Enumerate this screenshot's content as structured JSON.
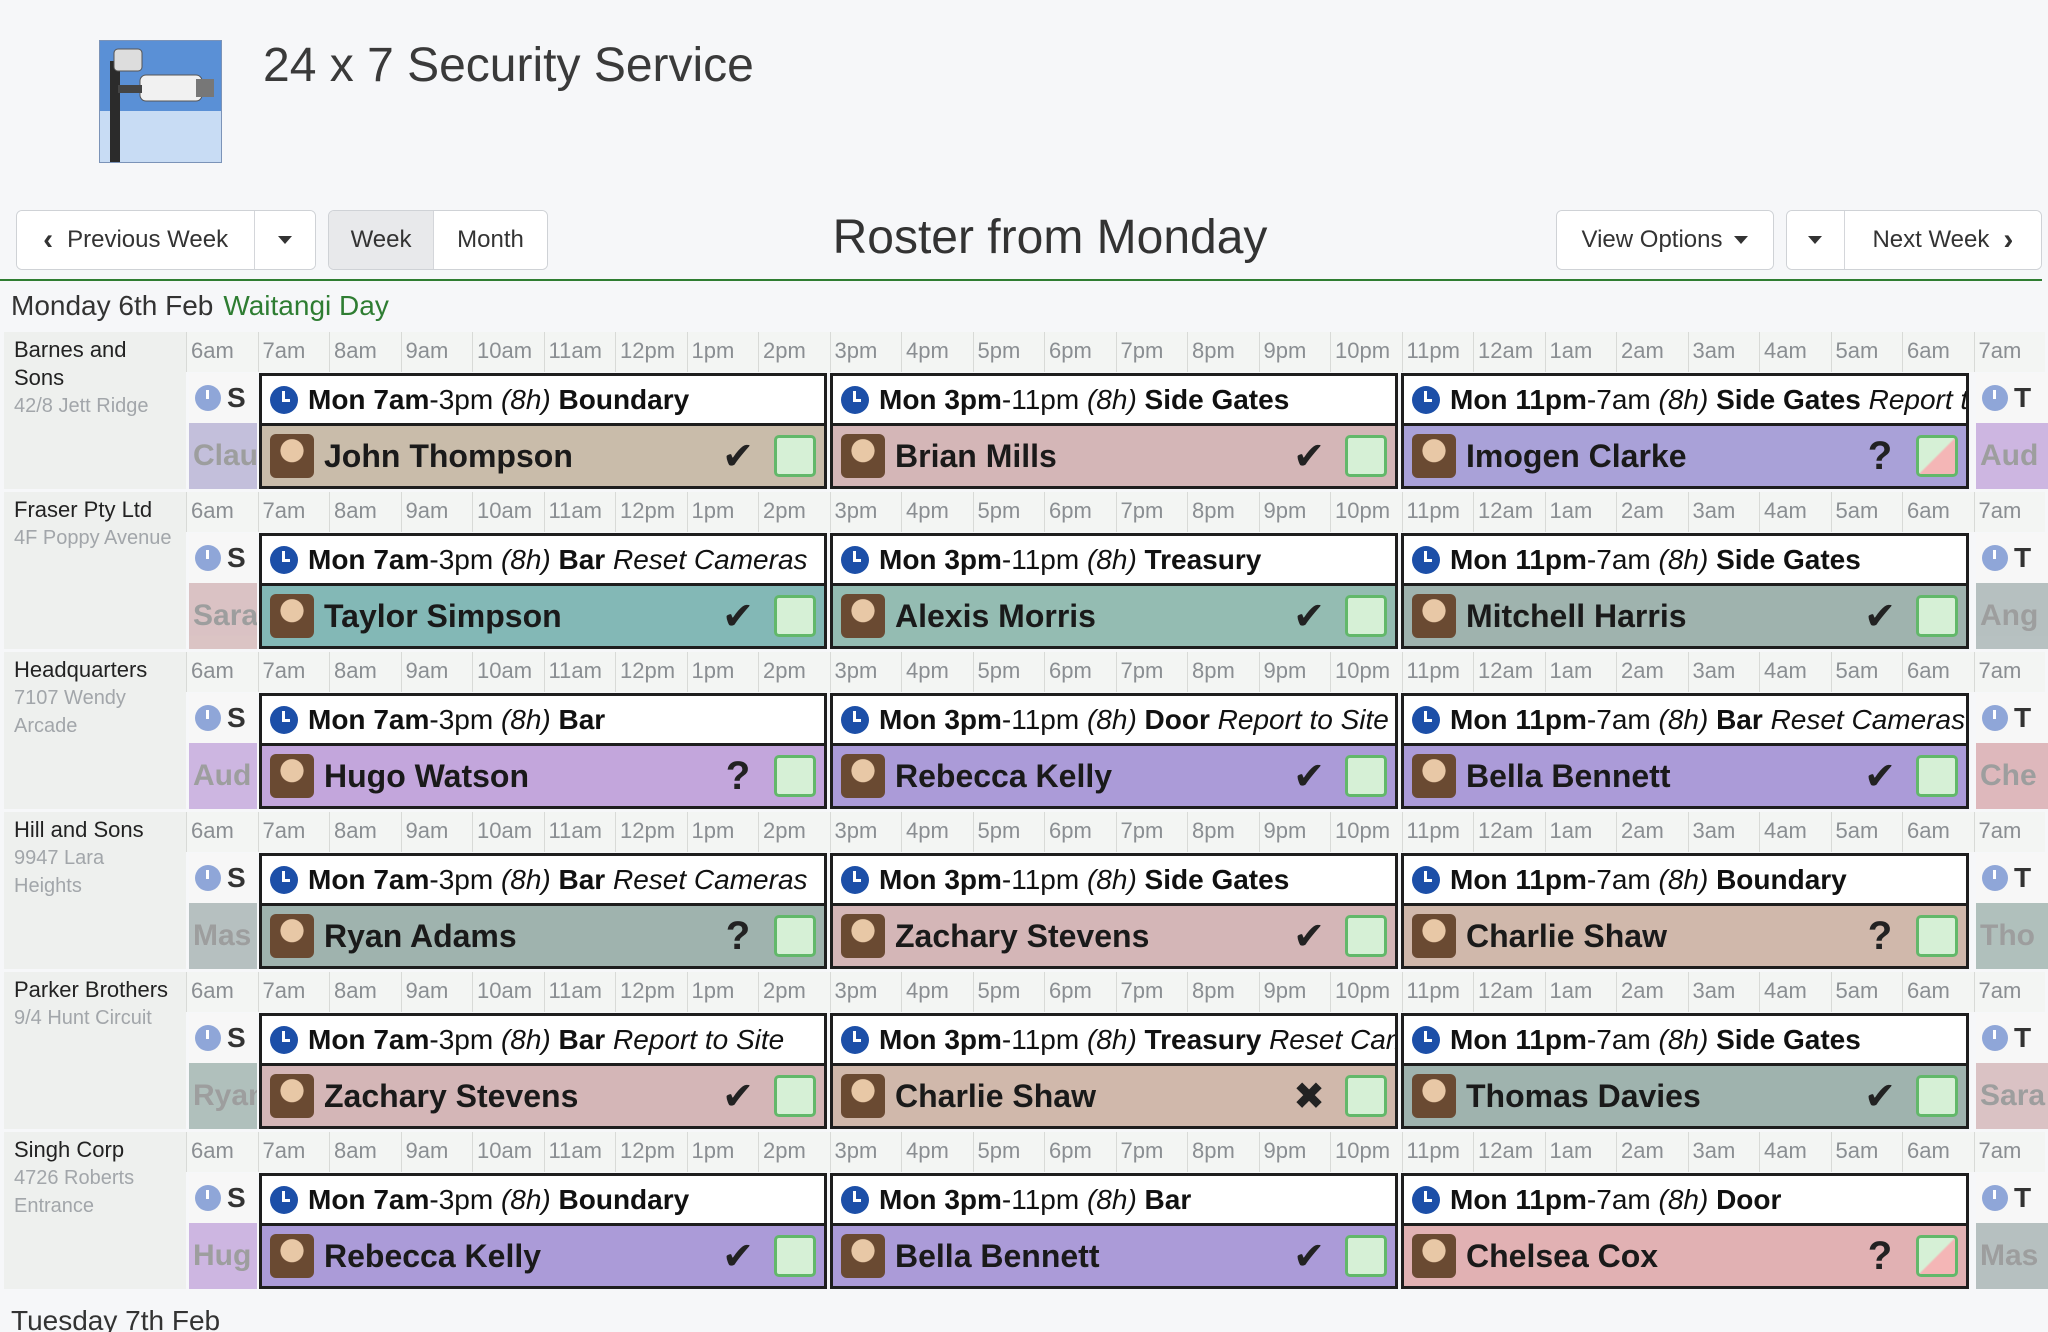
{
  "app": {
    "title": "24 x 7 Security Service"
  },
  "toolbar": {
    "previous_week": "Previous Week",
    "week": "Week",
    "month": "Month",
    "view_options": "View Options",
    "next_week": "Next Week"
  },
  "roster_title": "Roster from Monday",
  "day": {
    "label": "Monday 6th Feb",
    "holiday": "Waitangi Day"
  },
  "next_day": "Tuesday 7th Feb",
  "timeline": [
    "6am",
    "7am",
    "8am",
    "9am",
    "10am",
    "11am",
    "12pm",
    "1pm",
    "2pm",
    "3pm",
    "4pm",
    "5pm",
    "6pm",
    "7pm",
    "8pm",
    "9pm",
    "10pm",
    "11pm",
    "12am",
    "1am",
    "2am",
    "3am",
    "4am",
    "5am",
    "6am",
    "7am"
  ],
  "colors": {
    "tan": "#c9bcaa",
    "rose": "#d4b6b7",
    "lavender": "#a9a1d8",
    "teal": "#83b8b6",
    "sage": "#9fb3ae",
    "purple": "#c3a6dc",
    "violet": "#ab9bd8",
    "pink": "#e1b1b3"
  },
  "sites": [
    {
      "name": "Barnes and Sons",
      "address": "42/8 Jett Ridge",
      "prev": {
        "top": "S",
        "name": "Clau",
        "color": "#b7b2d4"
      },
      "next": {
        "top": "T",
        "name": "Aud",
        "color": "#c3a6dc"
      },
      "shifts": [
        {
          "day": "Mon",
          "start": "7am",
          "end": "3pm",
          "hours": "(8h)",
          "area": "Boundary",
          "note": "",
          "person": "John Thompson",
          "status": "✔",
          "color": "#c9bcaa",
          "warn": false
        },
        {
          "day": "Mon",
          "start": "3pm",
          "end": "11pm",
          "hours": "(8h)",
          "area": "Side Gates",
          "note": "",
          "person": "Brian Mills",
          "status": "✔",
          "color": "#d4b6b7",
          "warn": false
        },
        {
          "day": "Mon",
          "start": "11pm",
          "end": "7am",
          "hours": "(8h)",
          "area": "Side Gates",
          "note": "Report to Site",
          "person": "Imogen Clarke",
          "status": "?",
          "color": "#a9a1d8",
          "warn": true
        }
      ]
    },
    {
      "name": "Fraser Pty Ltd",
      "address": "4F Poppy Avenue",
      "prev": {
        "top": "S",
        "name": "Sara",
        "color": "#d4b6b7"
      },
      "next": {
        "top": "T",
        "name": "Ang",
        "color": "#a7b3b3"
      },
      "shifts": [
        {
          "day": "Mon",
          "start": "7am",
          "end": "3pm",
          "hours": "(8h)",
          "area": "Bar",
          "note": "Reset Cameras",
          "person": "Taylor Simpson",
          "status": "✔",
          "color": "#83b8b6",
          "warn": false
        },
        {
          "day": "Mon",
          "start": "3pm",
          "end": "11pm",
          "hours": "(8h)",
          "area": "Treasury",
          "note": "",
          "person": "Alexis Morris",
          "status": "✔",
          "color": "#94bcb2",
          "warn": false
        },
        {
          "day": "Mon",
          "start": "11pm",
          "end": "7am",
          "hours": "(8h)",
          "area": "Side Gates",
          "note": "",
          "person": "Mitchell Harris",
          "status": "✔",
          "color": "#9fb3ae",
          "warn": false
        }
      ]
    },
    {
      "name": "Headquarters",
      "address": "7107 Wendy Arcade",
      "prev": {
        "top": "S",
        "name": "Aud",
        "color": "#c3a6dc"
      },
      "next": {
        "top": "T",
        "name": "Che",
        "color": "#d9a9ad"
      },
      "shifts": [
        {
          "day": "Mon",
          "start": "7am",
          "end": "3pm",
          "hours": "(8h)",
          "area": "Bar",
          "note": "",
          "person": "Hugo Watson",
          "status": "?",
          "color": "#c3a6dc",
          "warn": false
        },
        {
          "day": "Mon",
          "start": "3pm",
          "end": "11pm",
          "hours": "(8h)",
          "area": "Door",
          "note": "Report to Site",
          "person": "Rebecca Kelly",
          "status": "✔",
          "color": "#ab9bd8",
          "warn": false
        },
        {
          "day": "Mon",
          "start": "11pm",
          "end": "7am",
          "hours": "(8h)",
          "area": "Bar",
          "note": "Reset Cameras",
          "person": "Bella Bennett",
          "status": "✔",
          "color": "#ab9bd8",
          "warn": false
        }
      ]
    },
    {
      "name": "Hill and Sons",
      "address": "9947 Lara Heights",
      "prev": {
        "top": "S",
        "name": "Mas",
        "color": "#a7b3b3"
      },
      "next": {
        "top": "T",
        "name": "Tho",
        "color": "#9fb3ae"
      },
      "shifts": [
        {
          "day": "Mon",
          "start": "7am",
          "end": "3pm",
          "hours": "(8h)",
          "area": "Bar",
          "note": "Reset Cameras",
          "person": "Ryan Adams",
          "status": "?",
          "color": "#9fb3ae",
          "warn": false
        },
        {
          "day": "Mon",
          "start": "3pm",
          "end": "11pm",
          "hours": "(8h)",
          "area": "Side Gates",
          "note": "",
          "person": "Zachary Stevens",
          "status": "✔",
          "color": "#d4b6b7",
          "warn": false
        },
        {
          "day": "Mon",
          "start": "11pm",
          "end": "7am",
          "hours": "(8h)",
          "area": "Boundary",
          "note": "",
          "person": "Charlie Shaw",
          "status": "?",
          "color": "#d0b8ab",
          "warn": false
        }
      ]
    },
    {
      "name": "Parker Brothers",
      "address": "9/4 Hunt Circuit",
      "prev": {
        "top": "S",
        "name": "Ryan",
        "color": "#9fb3ae"
      },
      "next": {
        "top": "T",
        "name": "Sara",
        "color": "#d4b6b7"
      },
      "shifts": [
        {
          "day": "Mon",
          "start": "7am",
          "end": "3pm",
          "hours": "(8h)",
          "area": "Bar",
          "note": "Report to Site",
          "person": "Zachary Stevens",
          "status": "✔",
          "color": "#d4b6b7",
          "warn": false
        },
        {
          "day": "Mon",
          "start": "3pm",
          "end": "11pm",
          "hours": "(8h)",
          "area": "Treasury",
          "note": "Reset Cameras",
          "person": "Charlie Shaw",
          "status": "✖",
          "color": "#d0b8ab",
          "warn": false
        },
        {
          "day": "Mon",
          "start": "11pm",
          "end": "7am",
          "hours": "(8h)",
          "area": "Side Gates",
          "note": "",
          "person": "Thomas Davies",
          "status": "✔",
          "color": "#9fb3ae",
          "warn": false
        }
      ]
    },
    {
      "name": "Singh Corp",
      "address": "4726 Roberts Entrance",
      "prev": {
        "top": "S",
        "name": "Hug",
        "color": "#c3a6dc"
      },
      "next": {
        "top": "T",
        "name": "Mas",
        "color": "#a7b3b3"
      },
      "shifts": [
        {
          "day": "Mon",
          "start": "7am",
          "end": "3pm",
          "hours": "(8h)",
          "area": "Boundary",
          "note": "",
          "person": "Rebecca Kelly",
          "status": "✔",
          "color": "#ab9bd8",
          "warn": false
        },
        {
          "day": "Mon",
          "start": "3pm",
          "end": "11pm",
          "hours": "(8h)",
          "area": "Bar",
          "note": "",
          "person": "Bella Bennett",
          "status": "✔",
          "color": "#ab9bd8",
          "warn": false
        },
        {
          "day": "Mon",
          "start": "11pm",
          "end": "7am",
          "hours": "(8h)",
          "area": "Door",
          "note": "",
          "person": "Chelsea Cox",
          "status": "?",
          "color": "#e1b1b3",
          "warn": true
        }
      ]
    }
  ]
}
